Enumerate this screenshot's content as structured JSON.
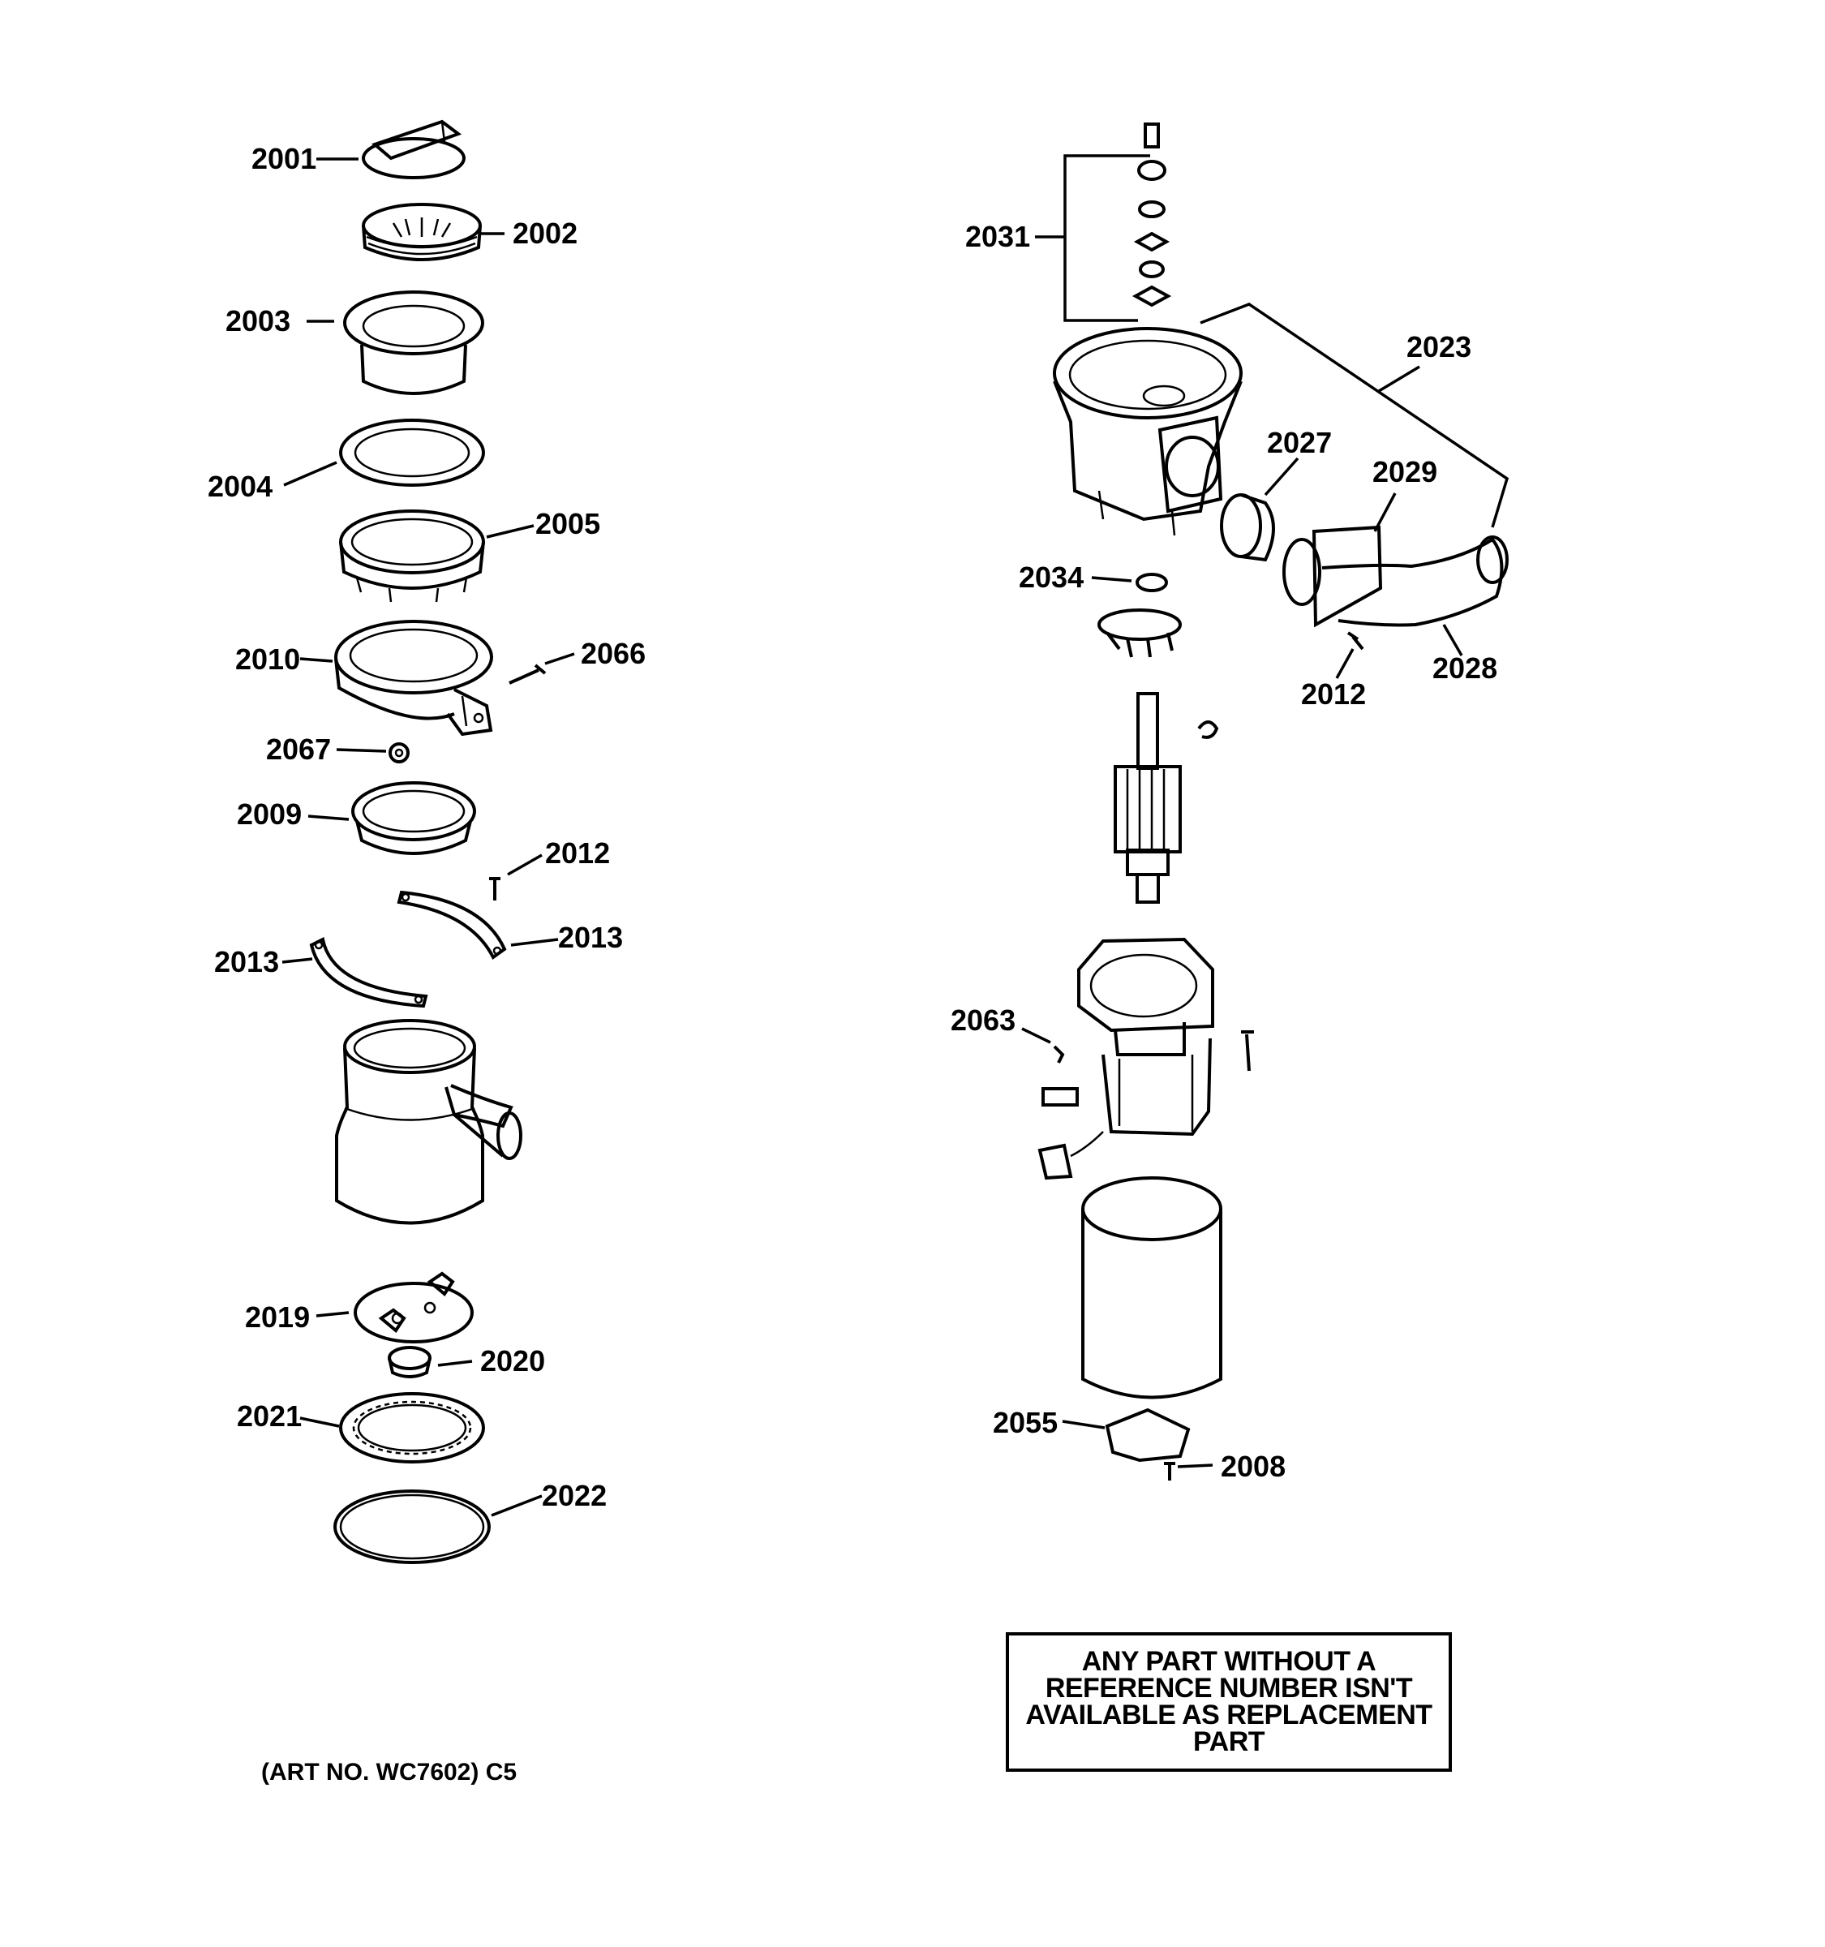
{
  "callouts": [
    {
      "id": "2001",
      "text": "2001"
    },
    {
      "id": "2002",
      "text": "2002"
    },
    {
      "id": "2003",
      "text": "2003"
    },
    {
      "id": "2004",
      "text": "2004"
    },
    {
      "id": "2005",
      "text": "2005"
    },
    {
      "id": "2010",
      "text": "2010"
    },
    {
      "id": "2066",
      "text": "2066"
    },
    {
      "id": "2067",
      "text": "2067"
    },
    {
      "id": "2009",
      "text": "2009"
    },
    {
      "id": "2012a",
      "text": "2012"
    },
    {
      "id": "2013a",
      "text": "2013"
    },
    {
      "id": "2013b",
      "text": "2013"
    },
    {
      "id": "2019",
      "text": "2019"
    },
    {
      "id": "2020",
      "text": "2020"
    },
    {
      "id": "2021",
      "text": "2021"
    },
    {
      "id": "2022",
      "text": "2022"
    },
    {
      "id": "2031",
      "text": "2031"
    },
    {
      "id": "2023",
      "text": "2023"
    },
    {
      "id": "2027",
      "text": "2027"
    },
    {
      "id": "2029",
      "text": "2029"
    },
    {
      "id": "2034",
      "text": "2034"
    },
    {
      "id": "2012b",
      "text": "2012"
    },
    {
      "id": "2028",
      "text": "2028"
    },
    {
      "id": "2063",
      "text": "2063"
    },
    {
      "id": "2055",
      "text": "2055"
    },
    {
      "id": "2008",
      "text": "2008"
    }
  ],
  "notice": "ANY PART WITHOUT A\nREFERENCE NUMBER ISN'T\nAVAILABLE AS REPLACEMENT\nPART",
  "art_number": "(ART NO. WC7602) C5"
}
